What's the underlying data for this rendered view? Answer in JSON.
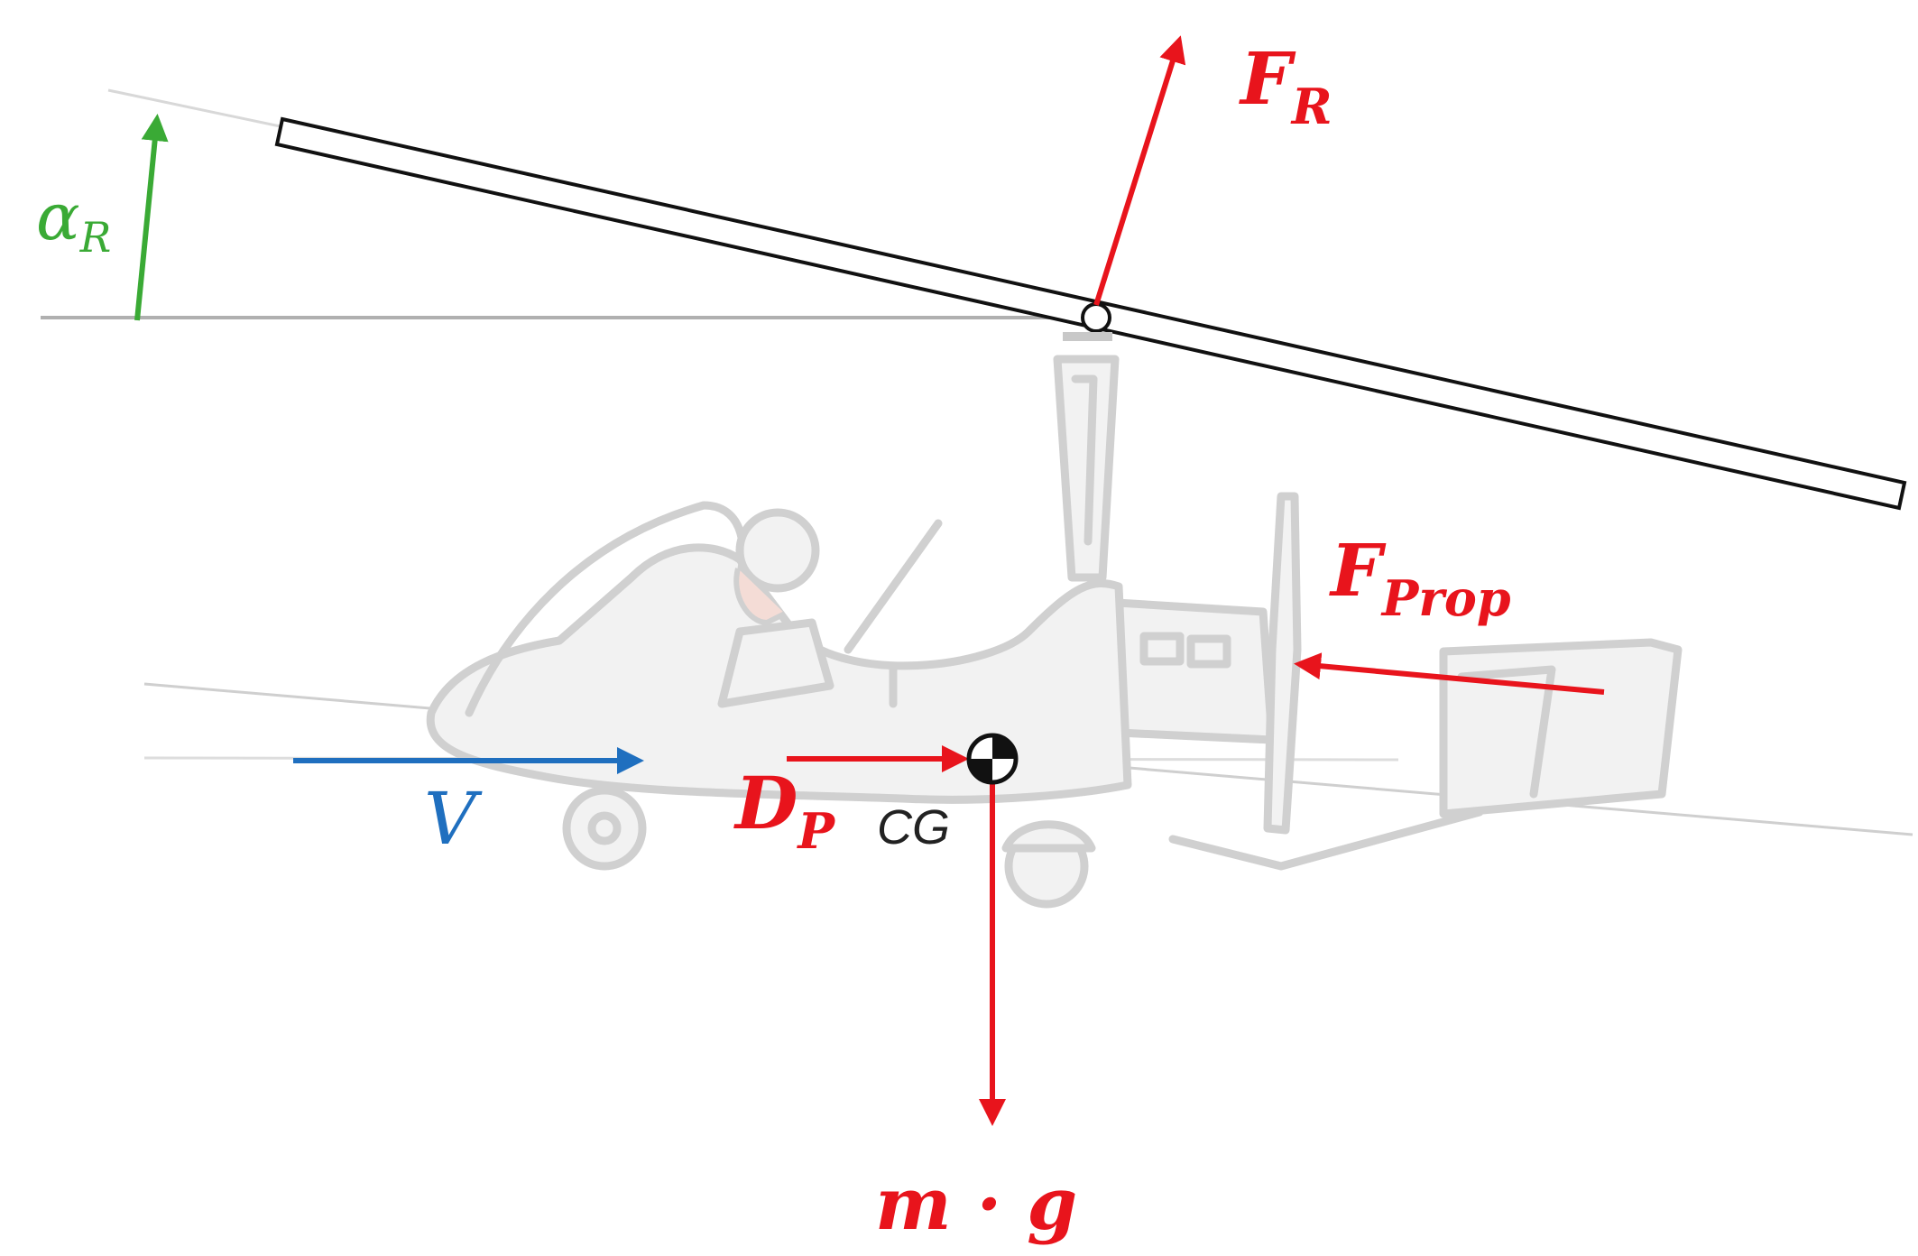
{
  "labels": {
    "rotor_force": "F",
    "rotor_force_sub": "R",
    "prop_force": "F",
    "prop_force_sub": "Prop",
    "drag": "D",
    "drag_sub": "P",
    "cg": "CG",
    "velocity": "V",
    "weight": "m · g",
    "alpha": "α",
    "alpha_sub": "R"
  },
  "colors": {
    "force": "#e8141c",
    "velocity": "#1f6fbf",
    "angle": "#3aaa35",
    "rotor": "#111111",
    "craft_outline": "#d0d0d0"
  }
}
